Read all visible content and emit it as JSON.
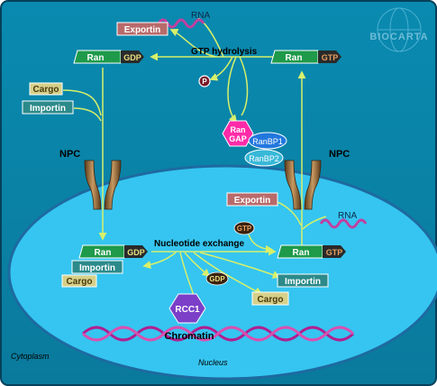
{
  "watermark": {
    "text": "BIOCARTA"
  },
  "compartments": {
    "cytoplasm": "Cytoplasm",
    "nucleus": "Nucleus"
  },
  "process_labels": {
    "gtp_hydrolysis": "GTP hydrolysis",
    "nucleotide_exchange": "Nucleotide exchange",
    "npc": "NPC",
    "rna": "RNA",
    "phosphate": "P",
    "chromatin": "Chromatin"
  },
  "molecules": {
    "ran": "Ran",
    "gdp": "GDP",
    "gtp": "GTP",
    "exportin": "Exportin",
    "importin": "Importin",
    "cargo": "Cargo",
    "rangap_line1": "Ran",
    "rangap_line2": "GAP",
    "ranbp1": "RanBP1",
    "ranbp2": "RanBP2",
    "rcc1": "RCC1"
  },
  "colors": {
    "background": "#0a86a8",
    "nucleus": "#35c5f0",
    "arrow": "#d8f06a",
    "ran_green": "#1e9a4a",
    "exportin": "#b86a6a",
    "importin": "#2c8a8a",
    "cargo": "#d6d089",
    "rangap": "#ff2aa8",
    "ranbp": "#2277dd",
    "rcc1": "#7b3fc8",
    "chromatin": "#b02090",
    "npc": "#a06a3a"
  }
}
